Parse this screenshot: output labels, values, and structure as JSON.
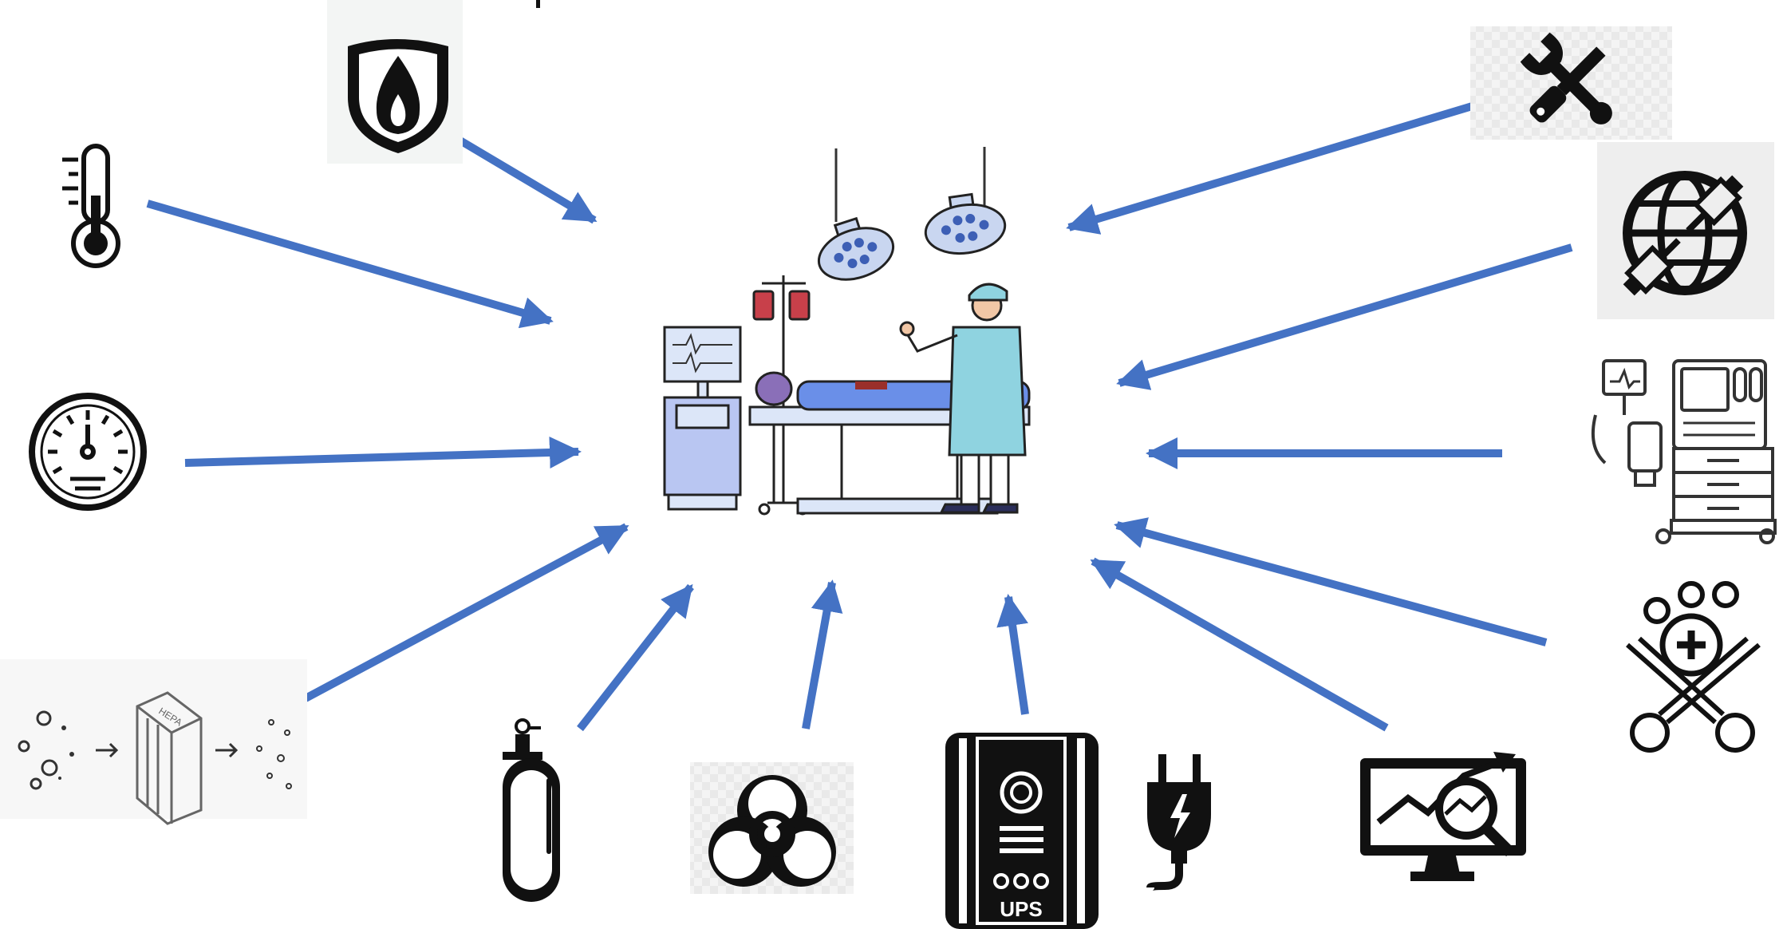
{
  "diagram": {
    "center": {
      "name": "operating-room-illustration",
      "icon": "surgery-scene-icon"
    },
    "arrow_color": "#4472C4",
    "icons": [
      {
        "name": "fire-shield-icon"
      },
      {
        "name": "thermometer-icon"
      },
      {
        "name": "pressure-gauge-icon"
      },
      {
        "name": "hepa-filter-icon",
        "label": "HEPA"
      },
      {
        "name": "gas-cylinder-icon"
      },
      {
        "name": "biohazard-icon"
      },
      {
        "name": "ups-unit-icon",
        "label": "UPS"
      },
      {
        "name": "power-plug-icon"
      },
      {
        "name": "monitor-analytics-icon"
      },
      {
        "name": "surgical-instruments-icon"
      },
      {
        "name": "anesthesia-machine-icon"
      },
      {
        "name": "network-globe-icon"
      },
      {
        "name": "maintenance-tools-icon"
      }
    ]
  }
}
